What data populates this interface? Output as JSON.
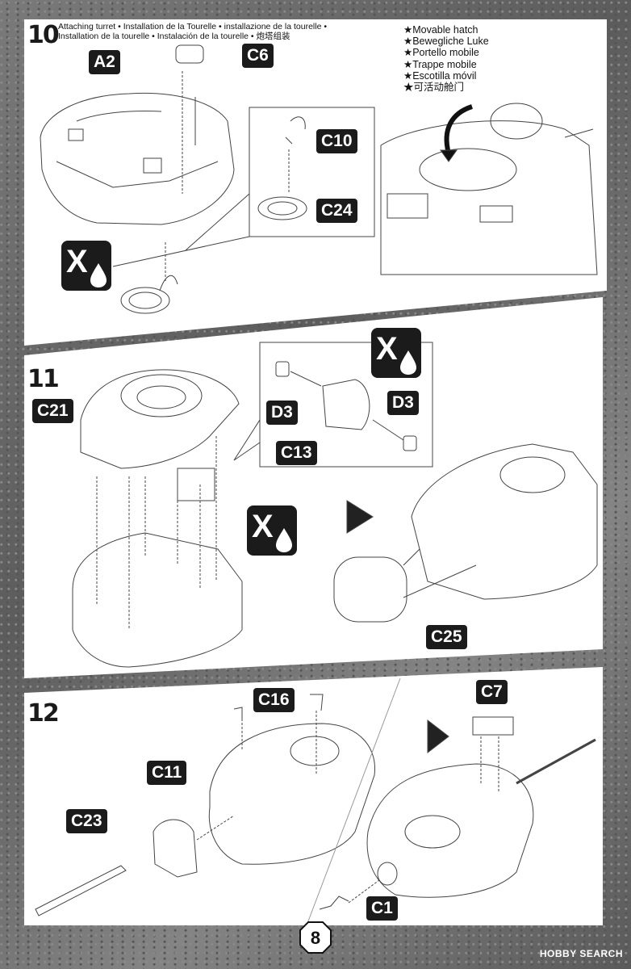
{
  "steps": [
    {
      "number": "10",
      "caption_lines": [
        "Attaching turret • Installation de la Tourelle • installazione de la tourelle •",
        "Installation de la tourelle • Instalación de la tourelle • 炮塔组装"
      ],
      "hatch_note": [
        "★Movable hatch",
        "★Bewegliche Luke",
        "★Portello mobile",
        "★Trappe mobile",
        "★Escotilla móvil",
        "★可活动舱门"
      ],
      "parts": [
        "A2",
        "C6",
        "C10",
        "C24"
      ]
    },
    {
      "number": "11",
      "parts": [
        "C21",
        "D3",
        "D3",
        "C13",
        "C25"
      ]
    },
    {
      "number": "12",
      "parts": [
        "C16",
        "C7",
        "C11",
        "C23",
        "C1"
      ]
    }
  ],
  "glue_icon_label": "X",
  "page_number": "8",
  "watermark": "HOBBY SEARCH"
}
